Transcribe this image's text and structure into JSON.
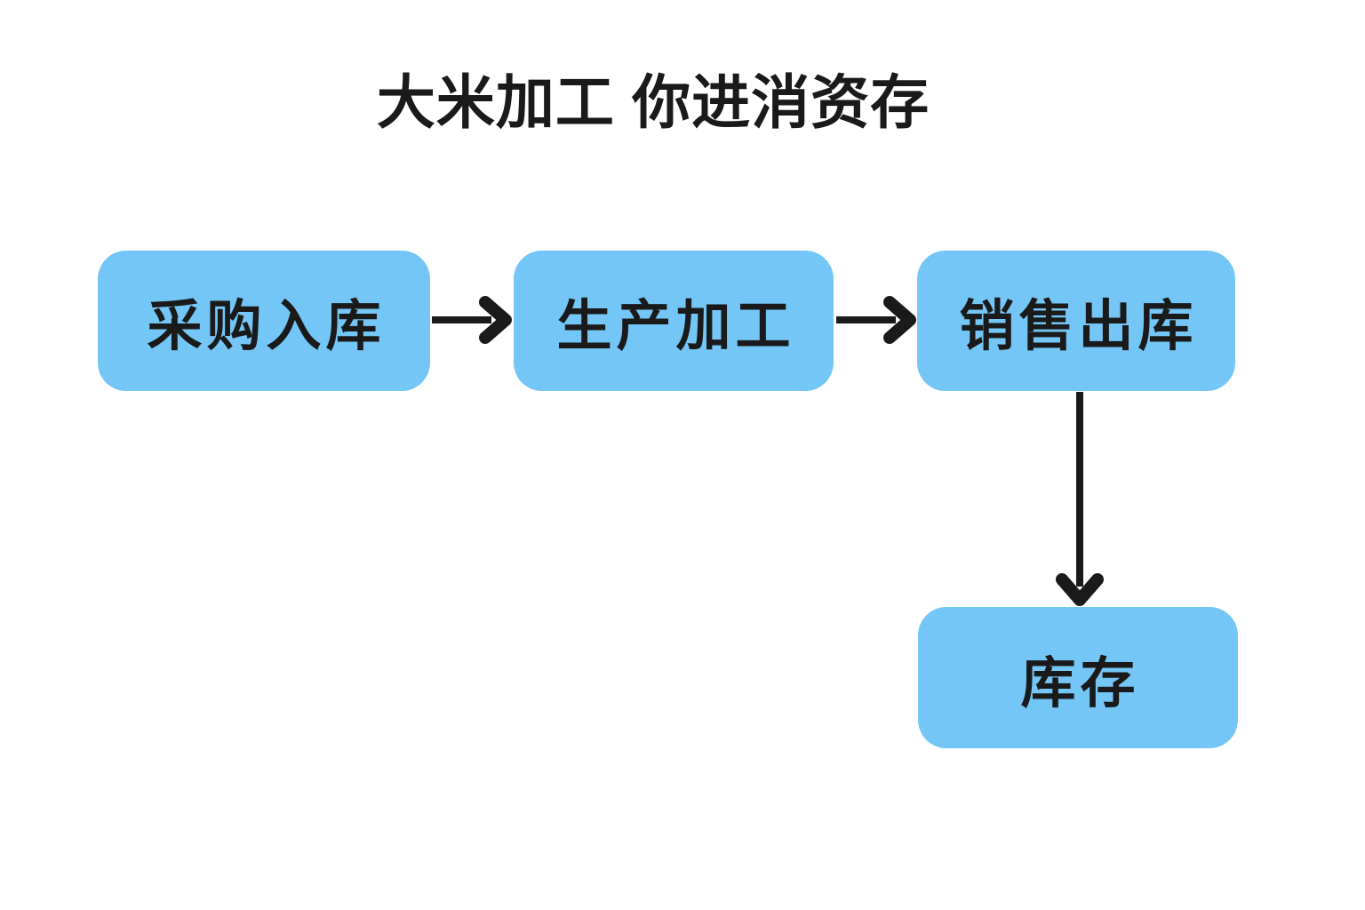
{
  "title": "大米加工 你进消资存",
  "diagram": {
    "nodes": [
      {
        "id": "purchase-inbound",
        "label": "采购入库"
      },
      {
        "id": "production-processing",
        "label": "生产加工"
      },
      {
        "id": "sales-outbound",
        "label": "销售出库"
      },
      {
        "id": "inventory",
        "label": "库存"
      }
    ],
    "edges": [
      {
        "from": "采购入库",
        "to": "生产加工",
        "direction": "right"
      },
      {
        "from": "生产加工",
        "to": "销售出库",
        "direction": "right"
      },
      {
        "from": "销售出库",
        "to": "库存",
        "direction": "down"
      }
    ],
    "colors": {
      "background": "#ffffff",
      "node_fill": "#74c6f6",
      "text": "#1a1a1a",
      "arrow": "#1a1a1a"
    }
  }
}
